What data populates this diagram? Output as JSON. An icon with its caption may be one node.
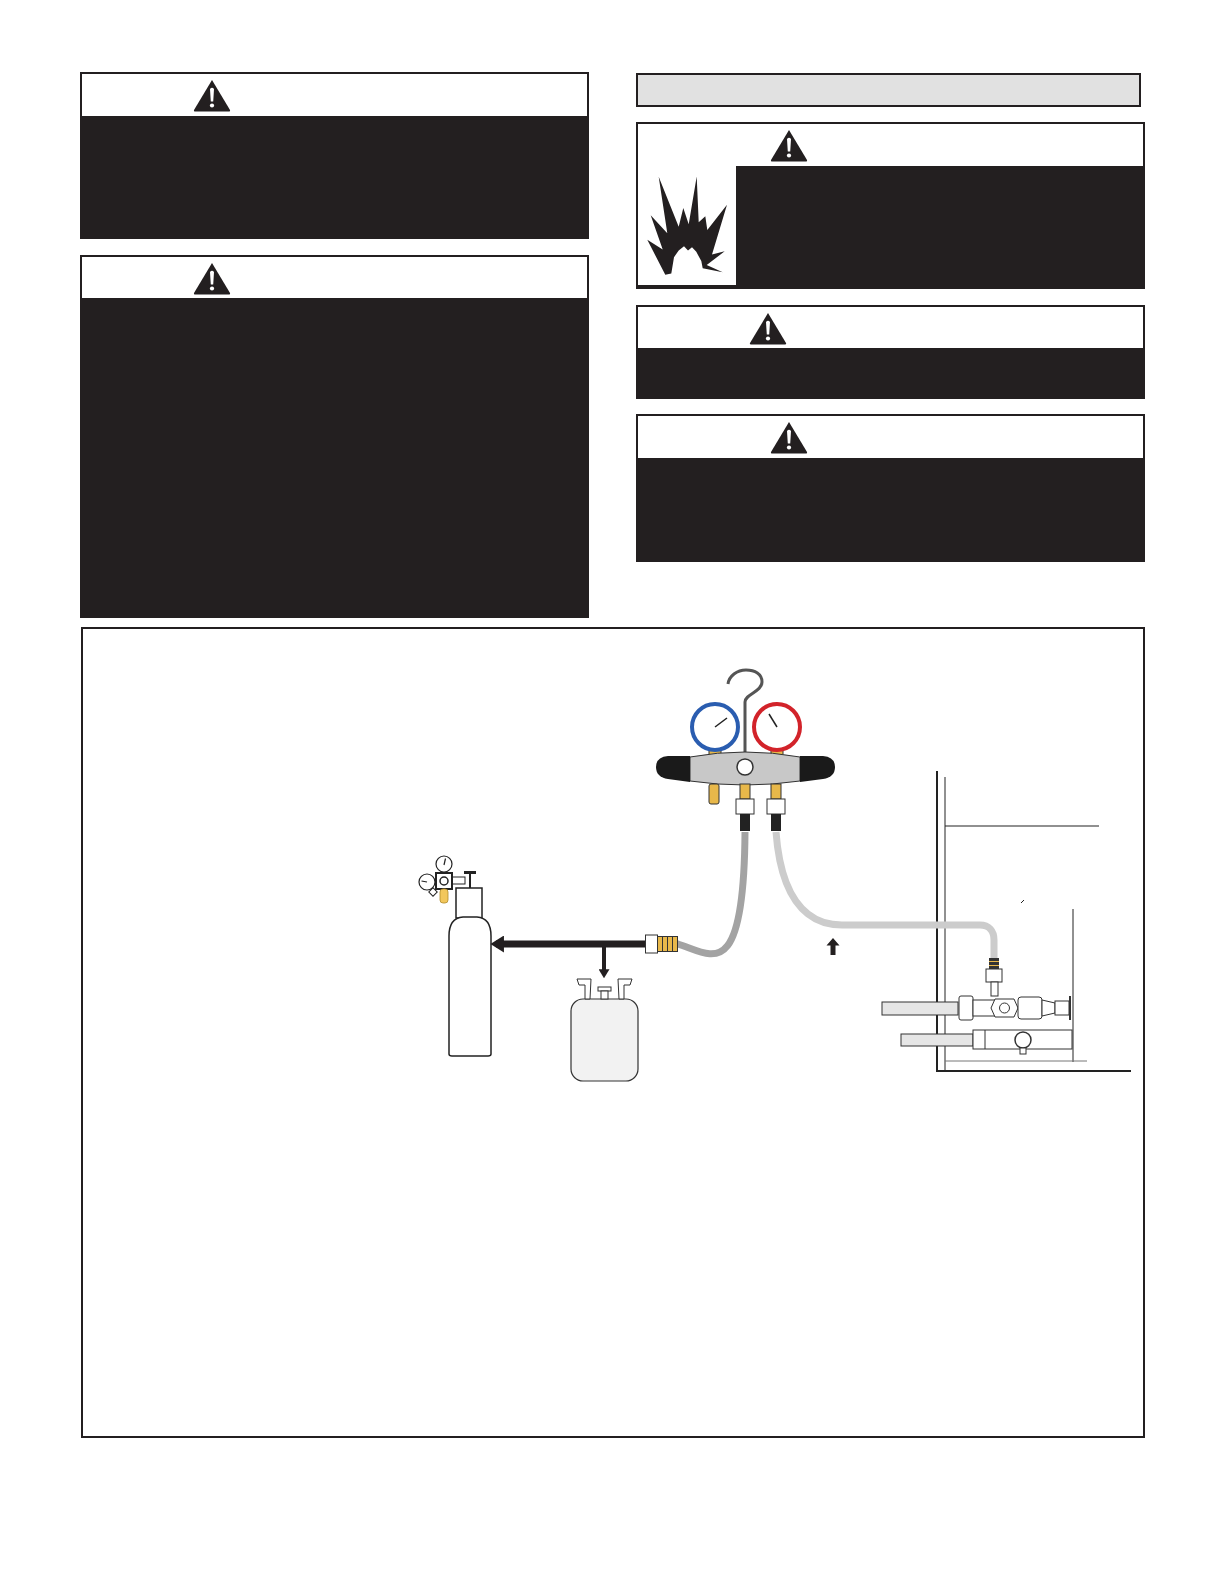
{
  "diagram": {
    "nodes": [
      {
        "text": [],
        "shape": "bar"
      },
      {
        "text": [],
        "shape": "picture"
      },
      {
        "text": [],
        "shape": "picture"
      },
      {
        "text": [],
        "shape": "cylinder"
      },
      {
        "text": [],
        "shape": "picture"
      }
    ],
    "edges": [
      {
        "from": 1,
        "to": 2,
        "arrow": "to"
      },
      {
        "from": 1,
        "to": 3,
        "arrow": "to"
      },
      {
        "from": 1,
        "to": 4,
        "arrow": "none",
        "color": "#cccccc"
      }
    ]
  }
}
